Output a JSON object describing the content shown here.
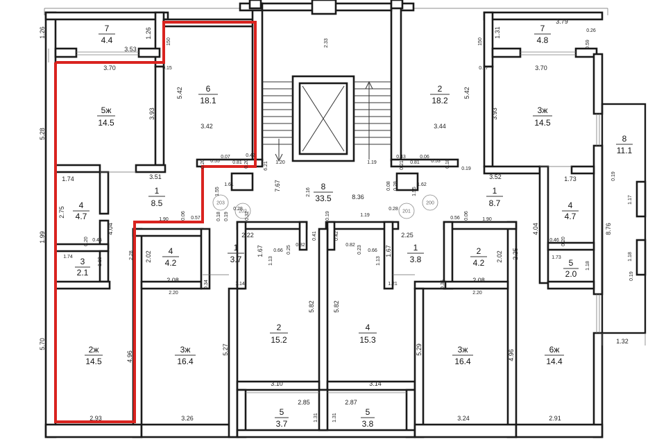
{
  "colors": {
    "highlight": "#d9231f",
    "wall": "#1a1a1a"
  },
  "rooms": [
    {
      "n": "7",
      "a": "4.4"
    },
    {
      "n": "5ж",
      "a": "14.5"
    },
    {
      "n": "6",
      "a": "18.1"
    },
    {
      "n": "1",
      "a": "8.5"
    },
    {
      "n": "4",
      "a": "4.7"
    },
    {
      "n": "3",
      "a": "2.1"
    },
    {
      "n": "2ж",
      "a": "14.5"
    },
    {
      "n": "4",
      "a": "4.2"
    },
    {
      "n": "1",
      "a": "3.7"
    },
    {
      "n": "3ж",
      "a": "16.4"
    },
    {
      "n": "2",
      "a": "15.2"
    },
    {
      "n": "5",
      "a": "3.7"
    },
    {
      "n": "8",
      "a": "33.5"
    },
    {
      "n": "4",
      "a": "15.3"
    },
    {
      "n": "5",
      "a": "3.8"
    },
    {
      "n": "2",
      "a": "18.2"
    },
    {
      "n": "7",
      "a": "4.8"
    },
    {
      "n": "3ж",
      "a": "14.5"
    },
    {
      "n": "8",
      "a": "11.1"
    },
    {
      "n": "1",
      "a": "8.7"
    },
    {
      "n": "4",
      "a": "4.7"
    },
    {
      "n": "5",
      "a": "2.0"
    },
    {
      "n": "2",
      "a": "4.2"
    },
    {
      "n": "1",
      "a": "3.8"
    },
    {
      "n": "3ж",
      "a": "16.4"
    },
    {
      "n": "6ж",
      "a": "14.4"
    }
  ],
  "dims": [
    "1.26",
    "1.26",
    "3.53",
    "3.70",
    "150",
    "0.15",
    "5.42",
    "3.93",
    "3.42",
    "5.28",
    "1.74",
    "3.51",
    "1.55",
    "1.61",
    "0.55",
    "0.07",
    "0.81",
    "0.20",
    "0.20",
    "0.42",
    "6.21",
    "1.20",
    "2.33",
    "7.67",
    "2.16",
    "8.36",
    "1.19",
    "2.75",
    "4.04",
    "0.20",
    "0.46",
    "1.99",
    "1.74",
    "1.19",
    "1.90",
    "0.06",
    "0.57",
    "0.18",
    "0.19",
    "0.28",
    "0.32",
    "2.22",
    "2.02",
    "2.28",
    "1.67",
    "1.13",
    "0.66",
    "0.25",
    "0.82",
    "0.41",
    "2.08",
    "0.34",
    "1.14",
    "2.20",
    "5.82",
    "5.70",
    "4.96",
    "5.27",
    "3.10",
    "2.85",
    "1.31",
    "2.93",
    "3.26",
    "0.19",
    "1.19",
    "0.42",
    "0.82",
    "0.23",
    "0.66",
    "1.13",
    "5.82",
    "3.14",
    "2.87",
    "1.31",
    "0.28",
    "2.25",
    "1.67",
    "1.21",
    "0.35",
    "2.02",
    "2.08",
    "2.20",
    "5.29",
    "3.24",
    "2.91",
    "4.96",
    "0.08",
    "0.28",
    "0.43",
    "0.21",
    "0.81",
    "0.06",
    "0.53",
    "0.18",
    "1.55",
    "1.62",
    "3.52",
    "1.73",
    "0.19",
    "0.56",
    "0.06",
    "1.90",
    "150",
    "1.31",
    "0.17",
    "3.79",
    "0.26",
    "0.59",
    "3.70",
    "3.44",
    "5.42",
    "3.93",
    "1.17",
    "1.18",
    "8.76",
    "0.19",
    "1.32",
    "4.04",
    "0.46",
    "0.20",
    "1.73",
    "1.18",
    "2.25",
    "0.19"
  ],
  "markers": [
    "203",
    "202",
    "201",
    "200"
  ]
}
